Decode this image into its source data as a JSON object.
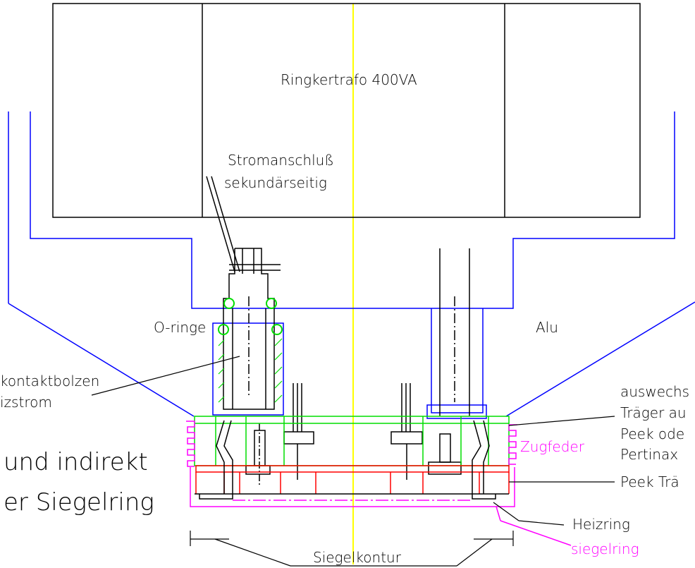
{
  "labels": {
    "transformer": "Ringkertrafo 400VA",
    "stromanschluss_1": "Stromanschluß",
    "stromanschluss_2": "sekundärseitig",
    "o_ringe": "O-ringe",
    "alu": "Alu",
    "kontaktbolzen_1": "kontaktbolzen",
    "kontaktbolzen_2": "izstrom",
    "big_1": "und indirekt",
    "big_2": "er Siegelring",
    "auswechs": "auswechs",
    "traeger_au": "Träger au",
    "peek_ode": "Peek ode",
    "pertinax": "Pertinax",
    "peek_trae": "Peek Trä",
    "zugfeder": "Zugfeder",
    "heizring": "Heizring",
    "siegelring": "siegelring",
    "siegelkontur": "Siegelkontur"
  },
  "colors": {
    "line": "#000000",
    "housing": "#0000ff",
    "carrier": "#00ff00",
    "heater": "#ff0000",
    "spring": "#ff00ff",
    "axis": "#ffff00"
  }
}
